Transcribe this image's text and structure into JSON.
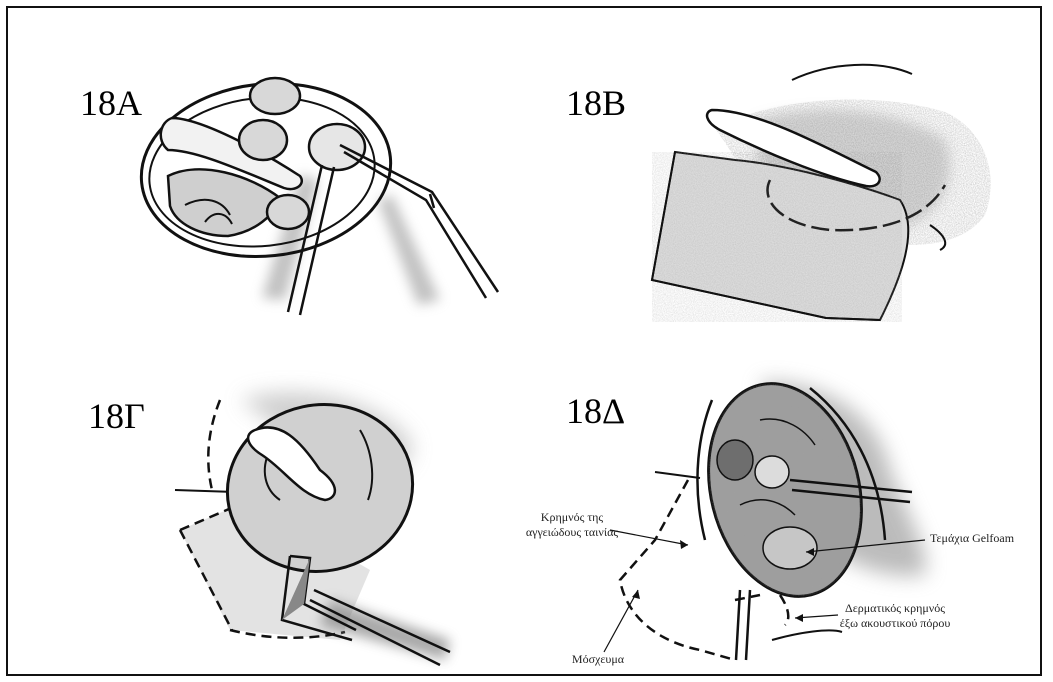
{
  "panels": [
    {
      "id": "18A",
      "label": "18A"
    },
    {
      "id": "18B",
      "label": "18B"
    },
    {
      "id": "18G",
      "label": "18Γ"
    },
    {
      "id": "18D",
      "label": "18Δ"
    }
  ],
  "annotations": {
    "flap_tape_line1": "Κρημνός της",
    "flap_tape_line2": "αγγειώδους ταινίας",
    "gelfoam": "Τεμάχια Gelfoam",
    "skin_flap_line1": "Δερματικός κρημνός",
    "skin_flap_line2": "έξω ακουστικού πόρου",
    "graft": "Μόσχευμα"
  }
}
